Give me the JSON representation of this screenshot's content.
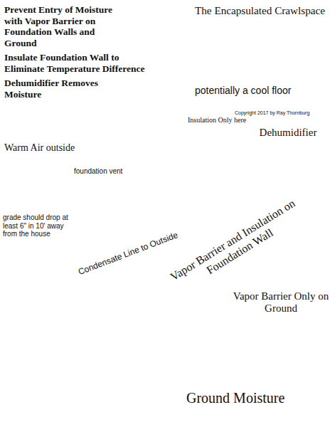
{
  "diagram": {
    "title": "The Encapsulated Crawlspace",
    "nodes": [
      {
        "text": [
          "Insulation Only here"
        ]
      },
      {
        "text": [
          "Dehumidifier"
        ]
      },
      {
        "text": [
          "Vapor Barrier and Insulation on Foundation Wall"
        ]
      },
      {
        "text": [
          "Vapor Barrier Only on Ground"
        ]
      }
    ],
    "labels": [
      "Prevent Entry of Moisture with Vapor Barrier on Foundation Walls and Ground",
      "Insulate Foundation Wall to Eliminate Temperature Difference",
      "Dehumidifier Removes Moisture",
      "potentially a cool floor",
      "Copyright 2017 by Ray Thornburg",
      "Warm Air outside",
      "foundation vent",
      "Condensate Line to Outside",
      "grade should drop at least 6\" in 10' away from the house",
      "Ground Moisture"
    ]
  }
}
